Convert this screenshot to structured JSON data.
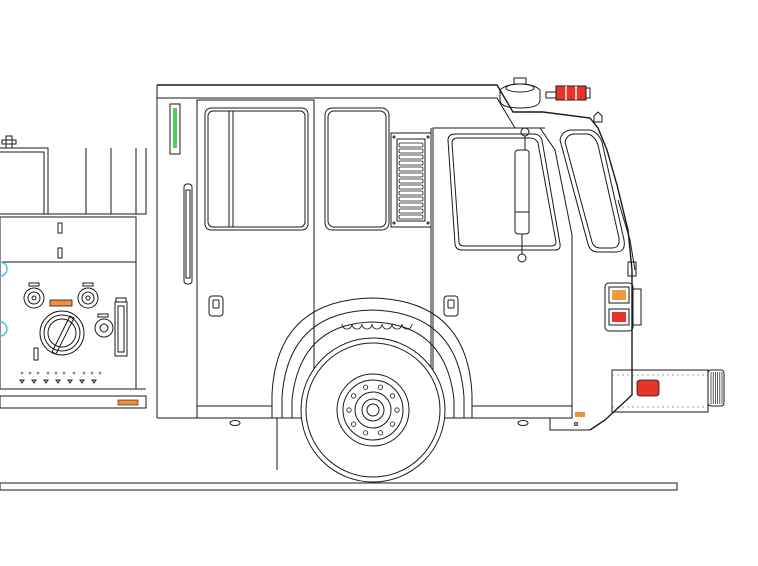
{
  "colors": {
    "line": "#1a1a1a",
    "background": "#ffffff",
    "compartment_light_green": "#4ccf5a",
    "pump_gauge_cyan": "#37c6d8",
    "light_red": "#e8322a",
    "light_amber": "#f39a3a",
    "marker_orange": "#f0903a",
    "mirror_light_red": "#e8322a"
  },
  "parts": {
    "windshield": "window",
    "siren_speaker": "round-speaker",
    "light_bar": "red-light-bar",
    "rear_door": "crew-door",
    "front_door": "cab-door",
    "front_wheel": "wheel",
    "front_bumper": "bumper",
    "pump_panel": "pump-panel"
  }
}
